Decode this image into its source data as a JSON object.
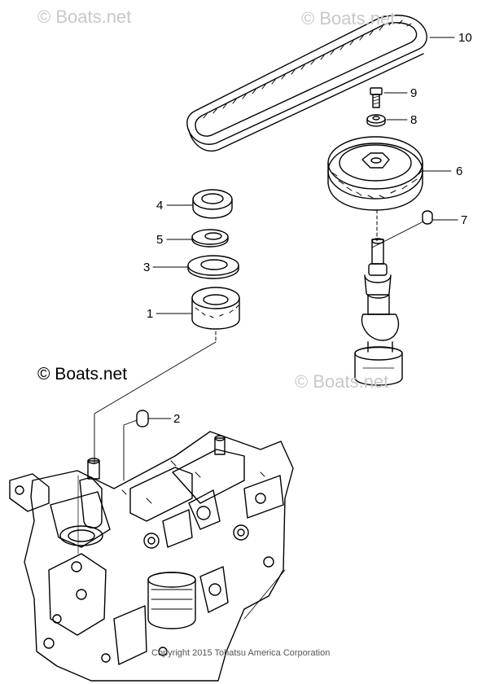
{
  "callouts": {
    "1": "1",
    "2": "2",
    "3": "3",
    "4": "4",
    "5": "5",
    "6": "6",
    "7": "7",
    "8": "8",
    "9": "9",
    "10": "10"
  },
  "watermarks": {
    "faint": "© Boats.net",
    "bold": "© Boats.net"
  },
  "footer": {
    "copyright": "Copyright 2015 Tohatsu America Corporation"
  },
  "colors": {
    "line_art": "#000000",
    "background": "#ffffff",
    "watermark_faint": "#c8c8c8"
  }
}
